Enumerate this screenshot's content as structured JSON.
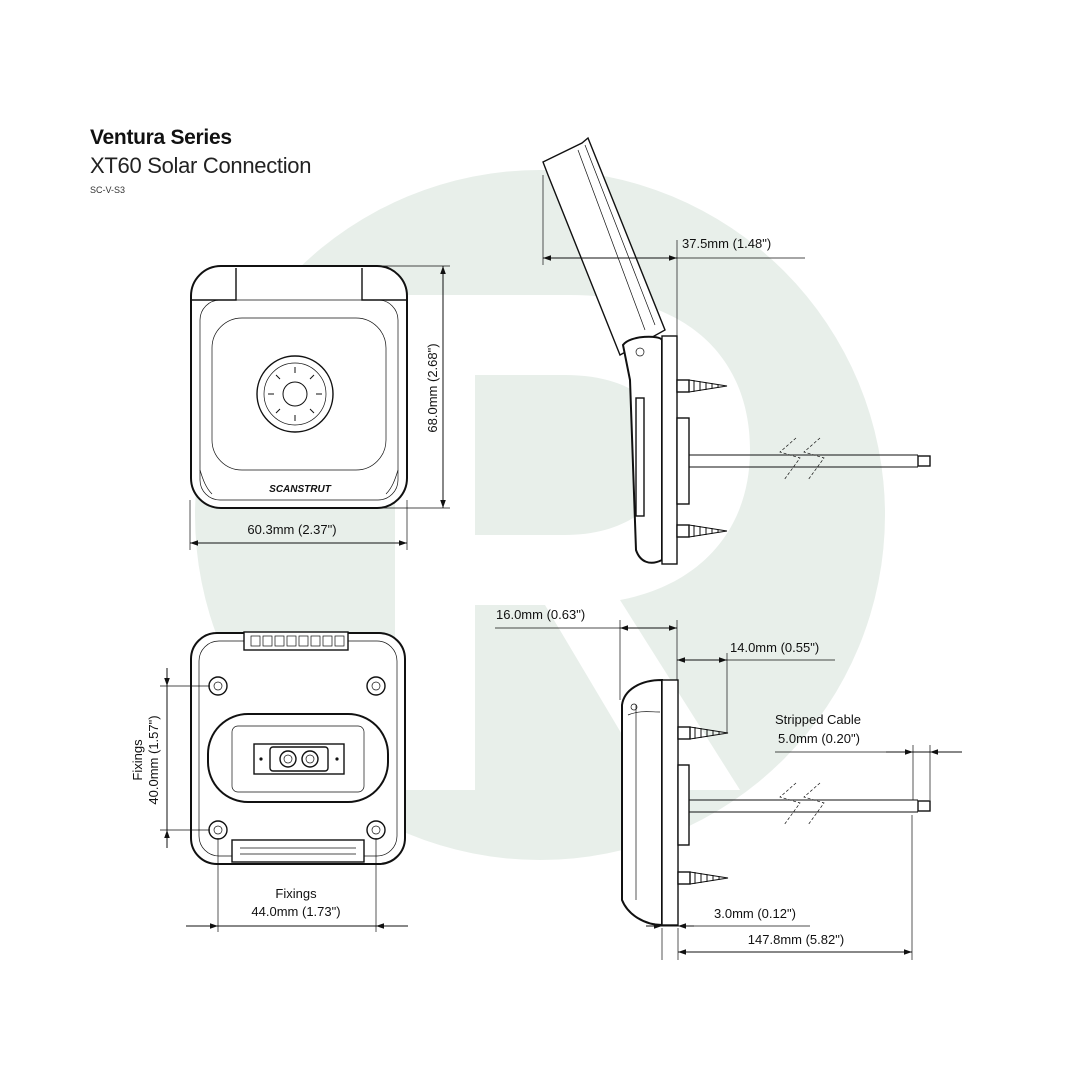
{
  "header": {
    "series": "Ventura Series",
    "product": "XT60 Solar Connection",
    "code": "SC-V-S3"
  },
  "logo_text": "SCANSTRUT",
  "colors": {
    "watermark": "#e8efea",
    "ink": "#111111"
  },
  "dimensions": {
    "width": "60.3mm (2.37\")",
    "height": "68.0mm (2.68\")",
    "lid_open": "37.5mm (1.48\")",
    "depth_total": "16.0mm (0.63\")",
    "screw_len": "14.0mm (0.55\")",
    "stripped_label": "Stripped Cable",
    "stripped_value": "5.0mm (0.20\")",
    "fix_v_label": "Fixings",
    "fix_v_value": "40.0mm (1.57\")",
    "fix_h_label": "Fixings",
    "fix_h_value": "44.0mm (1.73\")",
    "flange": "3.0mm (0.12\")",
    "cable_len": "147.8mm (5.82\")"
  }
}
